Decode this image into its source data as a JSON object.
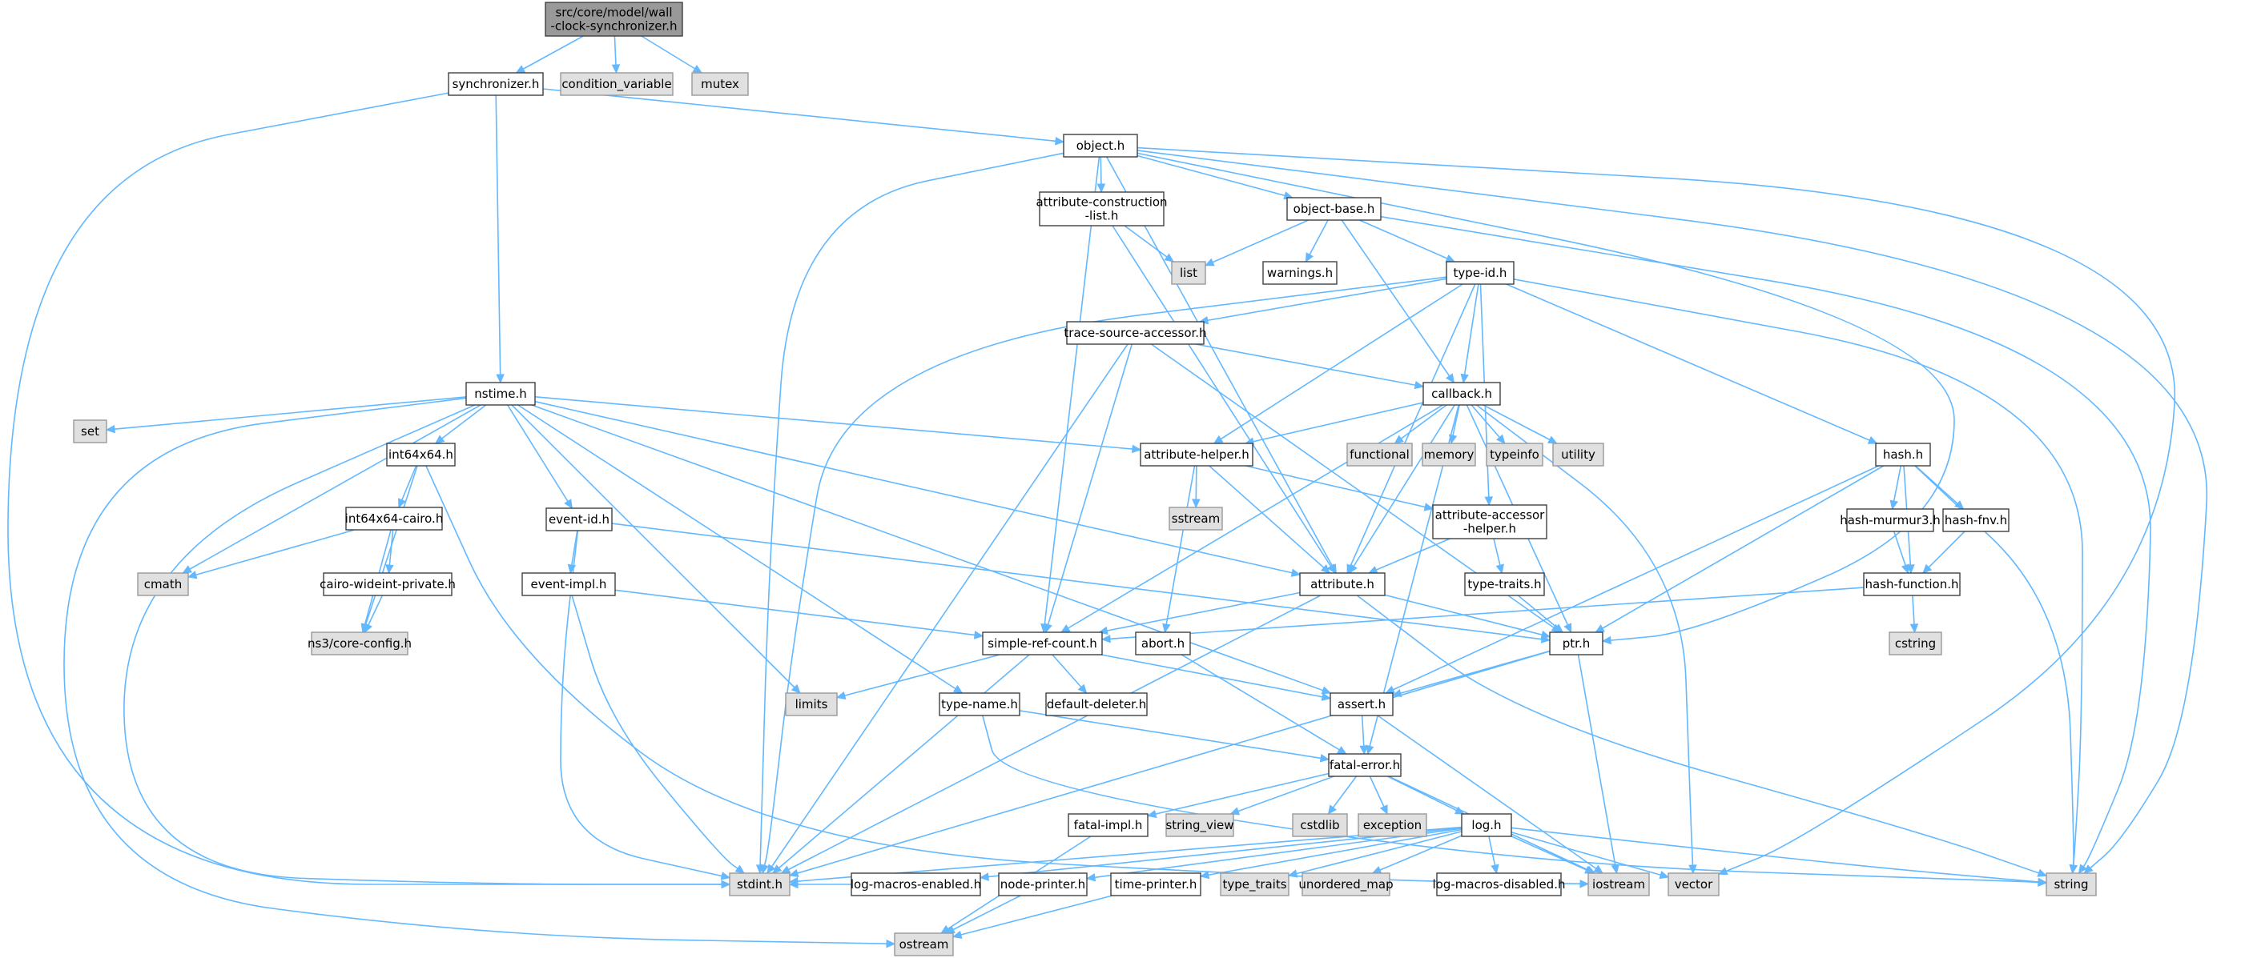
{
  "diagram": {
    "type": "include-dependency-graph",
    "colors": {
      "root_fill": "#999999",
      "file_fill": "#ffffff",
      "system_fill": "#e0e0e0",
      "node_stroke": "#404040",
      "system_stroke": "#999999",
      "edge": "#63b8ff"
    },
    "nodes": [
      {
        "id": "root",
        "lines": [
          "src/core/model/wall",
          "-clock-synchronizer.h"
        ],
        "kind": "root"
      },
      {
        "id": "synchronizer",
        "lines": [
          "synchronizer.h"
        ],
        "kind": "file"
      },
      {
        "id": "condition_variable",
        "lines": [
          "condition_variable"
        ],
        "kind": "system"
      },
      {
        "id": "mutex",
        "lines": [
          "mutex"
        ],
        "kind": "system"
      },
      {
        "id": "object",
        "lines": [
          "object.h"
        ],
        "kind": "file"
      },
      {
        "id": "attrconstr",
        "lines": [
          "attribute-construction",
          "-list.h"
        ],
        "kind": "file"
      },
      {
        "id": "objectbase",
        "lines": [
          "object-base.h"
        ],
        "kind": "file"
      },
      {
        "id": "list",
        "lines": [
          "list"
        ],
        "kind": "system"
      },
      {
        "id": "warnings",
        "lines": [
          "warnings.h"
        ],
        "kind": "file"
      },
      {
        "id": "typeid",
        "lines": [
          "type-id.h"
        ],
        "kind": "file"
      },
      {
        "id": "tracesrc",
        "lines": [
          "trace-source-accessor.h"
        ],
        "kind": "file"
      },
      {
        "id": "callback",
        "lines": [
          "callback.h"
        ],
        "kind": "file"
      },
      {
        "id": "nstime",
        "lines": [
          "nstime.h"
        ],
        "kind": "file"
      },
      {
        "id": "set",
        "lines": [
          "set"
        ],
        "kind": "system"
      },
      {
        "id": "int64x64",
        "lines": [
          "int64x64.h"
        ],
        "kind": "file"
      },
      {
        "id": "eventid",
        "lines": [
          "event-id.h"
        ],
        "kind": "file"
      },
      {
        "id": "attrhelper",
        "lines": [
          "attribute-helper.h"
        ],
        "kind": "file"
      },
      {
        "id": "sstream",
        "lines": [
          "sstream"
        ],
        "kind": "system"
      },
      {
        "id": "functional",
        "lines": [
          "functional"
        ],
        "kind": "system"
      },
      {
        "id": "memory",
        "lines": [
          "memory"
        ],
        "kind": "system"
      },
      {
        "id": "typeinfo",
        "lines": [
          "typeinfo"
        ],
        "kind": "system"
      },
      {
        "id": "utility",
        "lines": [
          "utility"
        ],
        "kind": "system"
      },
      {
        "id": "hash",
        "lines": [
          "hash.h"
        ],
        "kind": "file"
      },
      {
        "id": "int64cairo",
        "lines": [
          "int64x64-cairo.h"
        ],
        "kind": "file"
      },
      {
        "id": "cmath",
        "lines": [
          "cmath"
        ],
        "kind": "system"
      },
      {
        "id": "cairowide",
        "lines": [
          "cairo-wideint-private.h"
        ],
        "kind": "file"
      },
      {
        "id": "coreconfig",
        "lines": [
          "ns3/core-config.h"
        ],
        "kind": "system"
      },
      {
        "id": "eventimpl",
        "lines": [
          "event-impl.h"
        ],
        "kind": "file"
      },
      {
        "id": "attraccessor",
        "lines": [
          "attribute-accessor",
          "-helper.h"
        ],
        "kind": "file"
      },
      {
        "id": "murmur",
        "lines": [
          "hash-murmur3.h"
        ],
        "kind": "file"
      },
      {
        "id": "fnv",
        "lines": [
          "hash-fnv.h"
        ],
        "kind": "file"
      },
      {
        "id": "attribute",
        "lines": [
          "attribute.h"
        ],
        "kind": "file"
      },
      {
        "id": "typetraitsh",
        "lines": [
          "type-traits.h"
        ],
        "kind": "file"
      },
      {
        "id": "hashfunc",
        "lines": [
          "hash-function.h"
        ],
        "kind": "file"
      },
      {
        "id": "cstring",
        "lines": [
          "cstring"
        ],
        "kind": "system"
      },
      {
        "id": "simpleref",
        "lines": [
          "simple-ref-count.h"
        ],
        "kind": "file"
      },
      {
        "id": "abort",
        "lines": [
          "abort.h"
        ],
        "kind": "file"
      },
      {
        "id": "ptr",
        "lines": [
          "ptr.h"
        ],
        "kind": "file"
      },
      {
        "id": "limits",
        "lines": [
          "limits"
        ],
        "kind": "system"
      },
      {
        "id": "typename",
        "lines": [
          "type-name.h"
        ],
        "kind": "file"
      },
      {
        "id": "defdeleter",
        "lines": [
          "default-deleter.h"
        ],
        "kind": "file"
      },
      {
        "id": "assert",
        "lines": [
          "assert.h"
        ],
        "kind": "file"
      },
      {
        "id": "fatalerror",
        "lines": [
          "fatal-error.h"
        ],
        "kind": "file"
      },
      {
        "id": "fatalimpl",
        "lines": [
          "fatal-impl.h"
        ],
        "kind": "file"
      },
      {
        "id": "string_view",
        "lines": [
          "string_view"
        ],
        "kind": "system"
      },
      {
        "id": "cstdlib",
        "lines": [
          "cstdlib"
        ],
        "kind": "system"
      },
      {
        "id": "exception",
        "lines": [
          "exception"
        ],
        "kind": "system"
      },
      {
        "id": "log",
        "lines": [
          "log.h"
        ],
        "kind": "file"
      },
      {
        "id": "stdint",
        "lines": [
          "stdint.h"
        ],
        "kind": "system"
      },
      {
        "id": "logmacen",
        "lines": [
          "log-macros-enabled.h"
        ],
        "kind": "file"
      },
      {
        "id": "nodeprinter",
        "lines": [
          "node-printer.h"
        ],
        "kind": "file"
      },
      {
        "id": "timeprinter",
        "lines": [
          "time-printer.h"
        ],
        "kind": "file"
      },
      {
        "id": "type_traits",
        "lines": [
          "type_traits"
        ],
        "kind": "system"
      },
      {
        "id": "unordered_map",
        "lines": [
          "unordered_map"
        ],
        "kind": "system"
      },
      {
        "id": "logmacdis",
        "lines": [
          "log-macros-disabled.h"
        ],
        "kind": "file"
      },
      {
        "id": "iostream",
        "lines": [
          "iostream"
        ],
        "kind": "system"
      },
      {
        "id": "vector",
        "lines": [
          "vector"
        ],
        "kind": "system"
      },
      {
        "id": "string",
        "lines": [
          "string"
        ],
        "kind": "system"
      },
      {
        "id": "ostream",
        "lines": [
          "ostream"
        ],
        "kind": "system"
      }
    ],
    "edges": [
      [
        "root",
        "synchronizer"
      ],
      [
        "root",
        "condition_variable"
      ],
      [
        "root",
        "mutex"
      ],
      [
        "synchronizer",
        "object"
      ],
      [
        "synchronizer",
        "nstime"
      ],
      [
        "synchronizer",
        "stdint"
      ],
      [
        "object",
        "attrconstr"
      ],
      [
        "object",
        "objectbase"
      ],
      [
        "object",
        "attribute"
      ],
      [
        "object",
        "simpleref"
      ],
      [
        "object",
        "ptr"
      ],
      [
        "object",
        "stdint"
      ],
      [
        "object",
        "vector"
      ],
      [
        "object",
        "string"
      ],
      [
        "attrconstr",
        "list"
      ],
      [
        "attrconstr",
        "attribute"
      ],
      [
        "objectbase",
        "list"
      ],
      [
        "objectbase",
        "warnings"
      ],
      [
        "objectbase",
        "typeid"
      ],
      [
        "objectbase",
        "callback"
      ],
      [
        "objectbase",
        "string"
      ],
      [
        "typeid",
        "tracesrc"
      ],
      [
        "typeid",
        "callback"
      ],
      [
        "typeid",
        "attrhelper"
      ],
      [
        "typeid",
        "attribute"
      ],
      [
        "typeid",
        "attraccessor"
      ],
      [
        "typeid",
        "hash"
      ],
      [
        "typeid",
        "stdint"
      ],
      [
        "typeid",
        "string"
      ],
      [
        "tracesrc",
        "callback"
      ],
      [
        "tracesrc",
        "simpleref"
      ],
      [
        "tracesrc",
        "ptr"
      ],
      [
        "tracesrc",
        "stdint"
      ],
      [
        "callback",
        "attrhelper"
      ],
      [
        "callback",
        "attribute"
      ],
      [
        "callback",
        "functional"
      ],
      [
        "callback",
        "memory"
      ],
      [
        "callback",
        "typeinfo"
      ],
      [
        "callback",
        "utility"
      ],
      [
        "callback",
        "ptr"
      ],
      [
        "callback",
        "simpleref"
      ],
      [
        "callback",
        "fatalerror"
      ],
      [
        "callback",
        "vector"
      ],
      [
        "nstime",
        "set"
      ],
      [
        "nstime",
        "int64x64"
      ],
      [
        "nstime",
        "eventid"
      ],
      [
        "nstime",
        "attrhelper"
      ],
      [
        "nstime",
        "attribute"
      ],
      [
        "nstime",
        "cmath"
      ],
      [
        "nstime",
        "limits"
      ],
      [
        "nstime",
        "typename"
      ],
      [
        "nstime",
        "assert"
      ],
      [
        "nstime",
        "stdint"
      ],
      [
        "nstime",
        "ostream"
      ],
      [
        "int64x64",
        "int64cairo"
      ],
      [
        "int64x64",
        "coreconfig"
      ],
      [
        "int64x64",
        "iostream"
      ],
      [
        "int64cairo",
        "cmath"
      ],
      [
        "int64cairo",
        "cairowide"
      ],
      [
        "int64cairo",
        "coreconfig"
      ],
      [
        "cairowide",
        "coreconfig"
      ],
      [
        "eventid",
        "eventimpl"
      ],
      [
        "eventid",
        "ptr"
      ],
      [
        "eventid",
        "stdint"
      ],
      [
        "eventimpl",
        "simpleref"
      ],
      [
        "eventimpl",
        "stdint"
      ],
      [
        "attrhelper",
        "sstream"
      ],
      [
        "attrhelper",
        "attraccessor"
      ],
      [
        "attrhelper",
        "attribute"
      ],
      [
        "attrhelper",
        "abort"
      ],
      [
        "attraccessor",
        "attribute"
      ],
      [
        "attraccessor",
        "typetraitsh"
      ],
      [
        "typetraitsh",
        "ptr"
      ],
      [
        "hash",
        "murmur"
      ],
      [
        "hash",
        "fnv"
      ],
      [
        "hash",
        "hashfunc"
      ],
      [
        "hash",
        "ptr"
      ],
      [
        "hash",
        "assert"
      ],
      [
        "hash",
        "string"
      ],
      [
        "murmur",
        "hashfunc"
      ],
      [
        "fnv",
        "hashfunc"
      ],
      [
        "hashfunc",
        "cstring"
      ],
      [
        "hashfunc",
        "simpleref"
      ],
      [
        "attribute",
        "simpleref"
      ],
      [
        "attribute",
        "ptr"
      ],
      [
        "attribute",
        "string"
      ],
      [
        "attribute",
        "stdint"
      ],
      [
        "simpleref",
        "limits"
      ],
      [
        "simpleref",
        "defdeleter"
      ],
      [
        "simpleref",
        "assert"
      ],
      [
        "simpleref",
        "stdint"
      ],
      [
        "abort",
        "fatalerror"
      ],
      [
        "ptr",
        "assert"
      ],
      [
        "ptr",
        "iostream"
      ],
      [
        "ptr",
        "stdint"
      ],
      [
        "typename",
        "fatalerror"
      ],
      [
        "typename",
        "string"
      ],
      [
        "assert",
        "fatalerror"
      ],
      [
        "assert",
        "iostream"
      ],
      [
        "fatalerror",
        "fatalimpl"
      ],
      [
        "fatalerror",
        "string_view"
      ],
      [
        "fatalerror",
        "cstdlib"
      ],
      [
        "fatalerror",
        "exception"
      ],
      [
        "fatalerror",
        "log"
      ],
      [
        "fatalerror",
        "iostream"
      ],
      [
        "fatalimpl",
        "ostream"
      ],
      [
        "log",
        "stdint"
      ],
      [
        "log",
        "logmacen"
      ],
      [
        "log",
        "nodeprinter"
      ],
      [
        "log",
        "timeprinter"
      ],
      [
        "log",
        "type_traits"
      ],
      [
        "log",
        "unordered_map"
      ],
      [
        "log",
        "logmacdis"
      ],
      [
        "log",
        "iostream"
      ],
      [
        "log",
        "vector"
      ],
      [
        "log",
        "string"
      ],
      [
        "logmacen",
        "stdint"
      ],
      [
        "nodeprinter",
        "ostream"
      ],
      [
        "timeprinter",
        "ostream"
      ]
    ]
  }
}
